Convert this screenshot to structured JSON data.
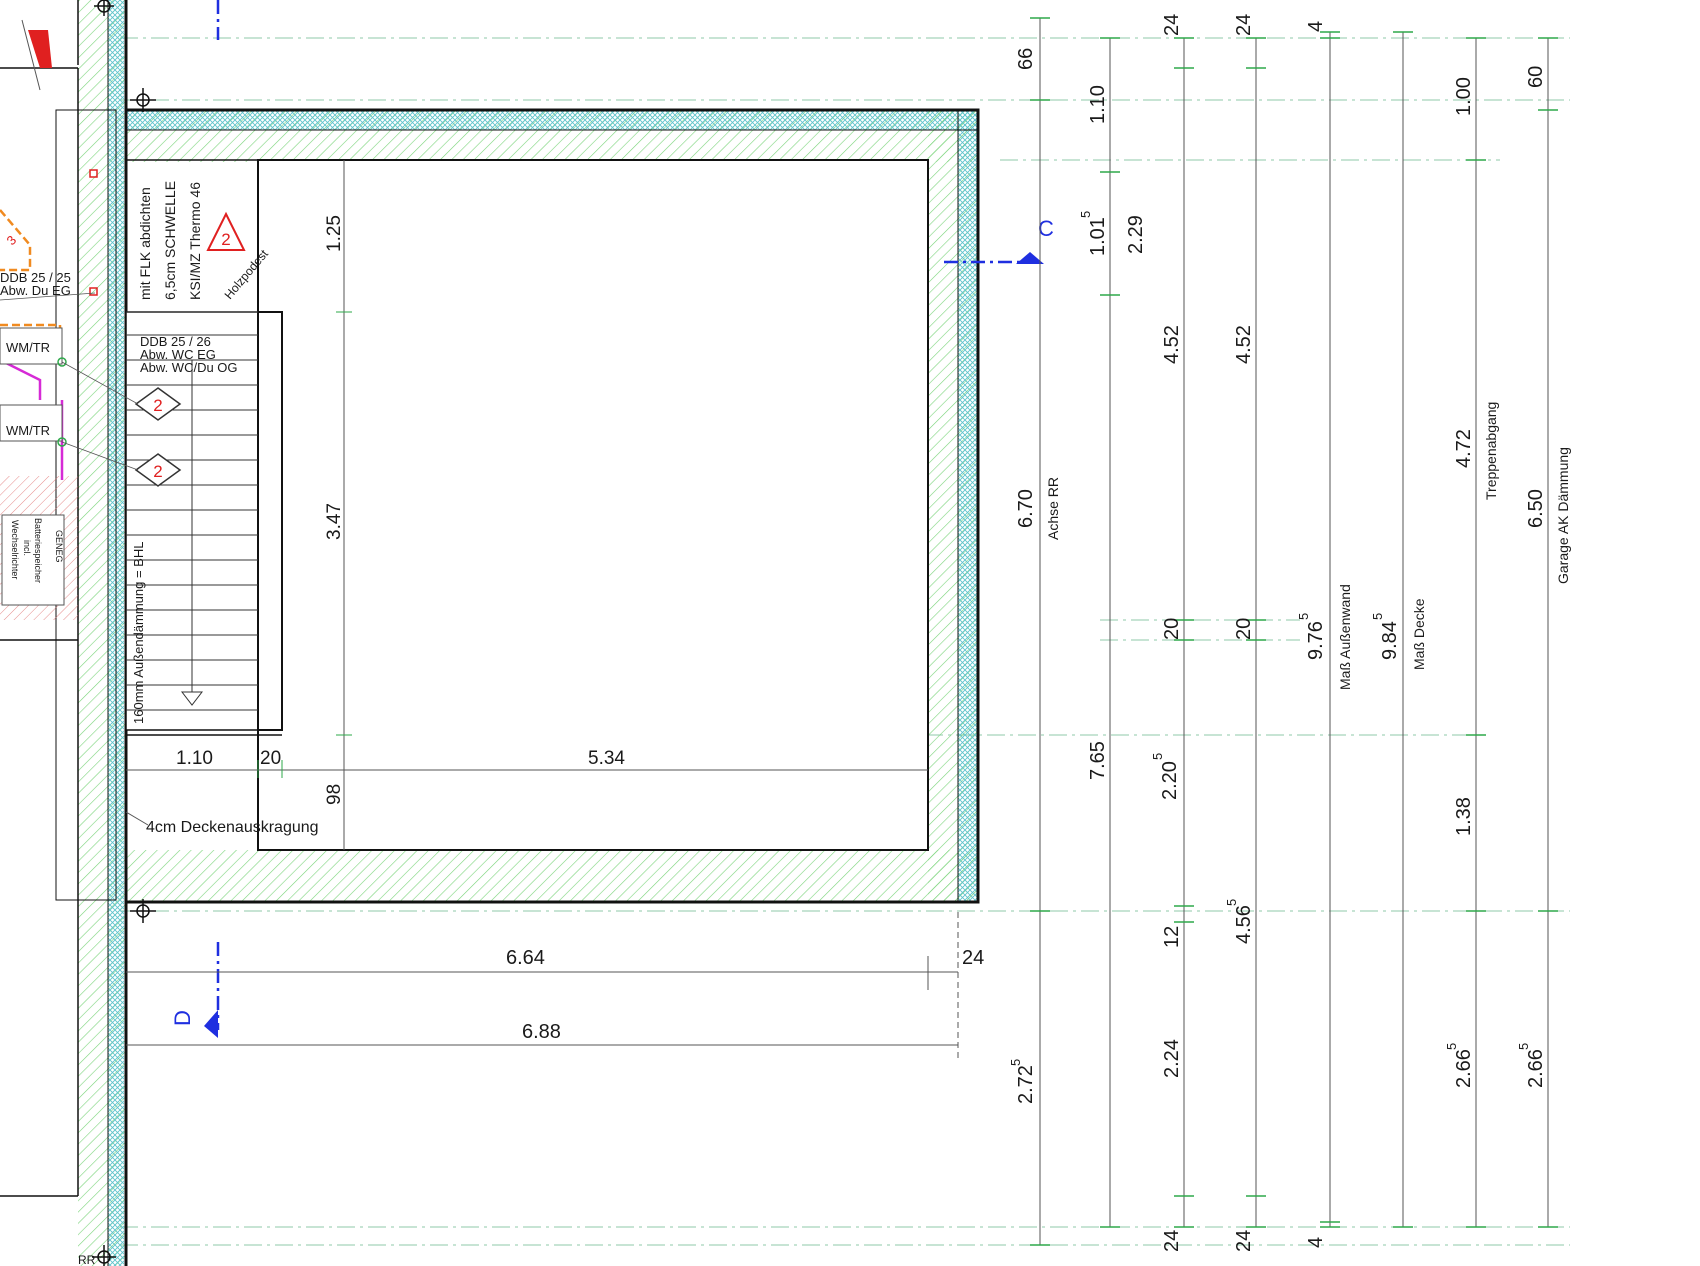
{
  "drawing": {
    "colors": {
      "wall_line": "#111111",
      "insulation_hatch": "#7bd47b",
      "insulation_core": "#5fc3cc",
      "dim_line": "#555555",
      "dim_tick": "#2ea84a",
      "grid_line": "#8fc9a8",
      "section_marker": "#1f2fe0",
      "note_red": "#e02020",
      "pipe_magenta": "#d62ad6",
      "orange_dash": "#f08a20"
    },
    "section_markers": {
      "c": "C",
      "d": "D"
    },
    "stair_labels": {
      "note1": "mit FLK abdichten",
      "note2": "6,5cm SCHWELLE",
      "note3": "KSI/MZ Thermo 46",
      "landing": "Holzpodest",
      "ddb_line1": "DDB  25 / 26",
      "ddb_line2": "Abw. WC EG",
      "ddb_line3": "Abw. WC/Du OG",
      "insulation_note": "160mm Außendämmung = BHL",
      "marker_tri": "2",
      "marker_d1": "2",
      "marker_d2": "2",
      "ddb_left_1": "DDB  25 / 25",
      "ddb_left_2": "Abw. Du EG",
      "wm_tr_1": "WM/TR",
      "wm_tr_2": "WM/TR",
      "geneg_1": "GENEG",
      "geneg_2": "Batteriespeicher",
      "geneg_3": "incl.",
      "geneg_4": "Wechselrichter",
      "left_small": "3",
      "rr_label": "RR"
    },
    "interior_dims": {
      "v_125": "1.25",
      "v_347": "3.47",
      "v_98": "98",
      "h_110": "1.10",
      "h_20": "20",
      "h_534": "5.34",
      "deck_note": "4cm Deckenauskragung"
    },
    "bottom_dims": {
      "d_664": "6.64",
      "d_24": "24",
      "d_688": "6.88"
    },
    "chain1": {
      "d_66": "66",
      "d_670": "6.70",
      "label": "Achse RR",
      "d_2725": "2.72",
      "d_2725_sup": "5"
    },
    "chain2": {
      "d_110": "1.10",
      "d_1015": "1.01",
      "d_1015_sup": "5",
      "d_229": "2.29",
      "d_765": "7.65",
      "d_2205": "2.20",
      "d_2205_sup": "5"
    },
    "chain3": {
      "d_24_top": "24",
      "d_452": "4.52",
      "d_20": "20",
      "d_12": "12",
      "d_224": "2.24",
      "d_24_bot": "24"
    },
    "chain4": {
      "d_24_top": "24",
      "d_452": "4.52",
      "d_20": "20",
      "d_4565": "4.56",
      "d_4565_sup": "5",
      "d_24_bot": "24"
    },
    "chain5": {
      "d_4_top": "4",
      "d_9765": "9.76",
      "d_9765_sup": "5",
      "label": "Maß Außenwand",
      "d_4_bot": "4"
    },
    "chain6": {
      "d_9845": "9.84",
      "d_9845_sup": "5",
      "label": "Maß Decke"
    },
    "chain7": {
      "d_100": "1.00",
      "d_472": "4.72",
      "label": "Treppenabgang",
      "d_138": "1.38",
      "d_2665": "2.66",
      "d_2665_sup": "5"
    },
    "chain8": {
      "d_60": "60",
      "d_650": "6.50",
      "label": "Garage AK Dämmung",
      "d_2665": "2.66",
      "d_2665_sup": "5"
    }
  }
}
